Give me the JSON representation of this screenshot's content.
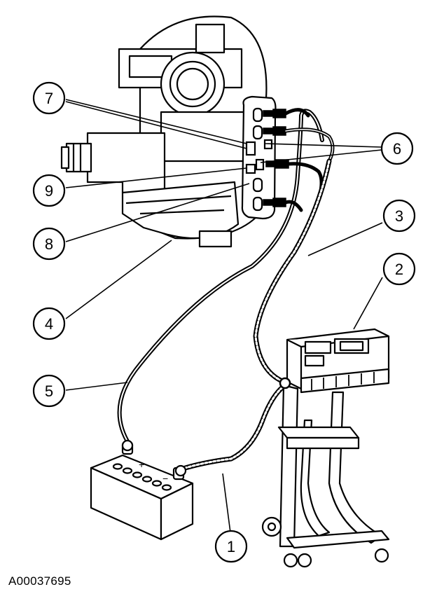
{
  "figure_id": "A00037695",
  "callouts": [
    {
      "id": "1",
      "label": "1"
    },
    {
      "id": "2",
      "label": "2"
    },
    {
      "id": "3",
      "label": "3"
    },
    {
      "id": "4",
      "label": "4"
    },
    {
      "id": "5",
      "label": "5"
    },
    {
      "id": "6",
      "label": "6"
    },
    {
      "id": "7",
      "label": "7"
    },
    {
      "id": "8",
      "label": "8"
    },
    {
      "id": "9",
      "label": "9"
    }
  ],
  "battery": {
    "positive_mark": "+",
    "negative_mark": "−"
  },
  "colors": {
    "ink": "#000000",
    "paper": "#ffffff"
  }
}
